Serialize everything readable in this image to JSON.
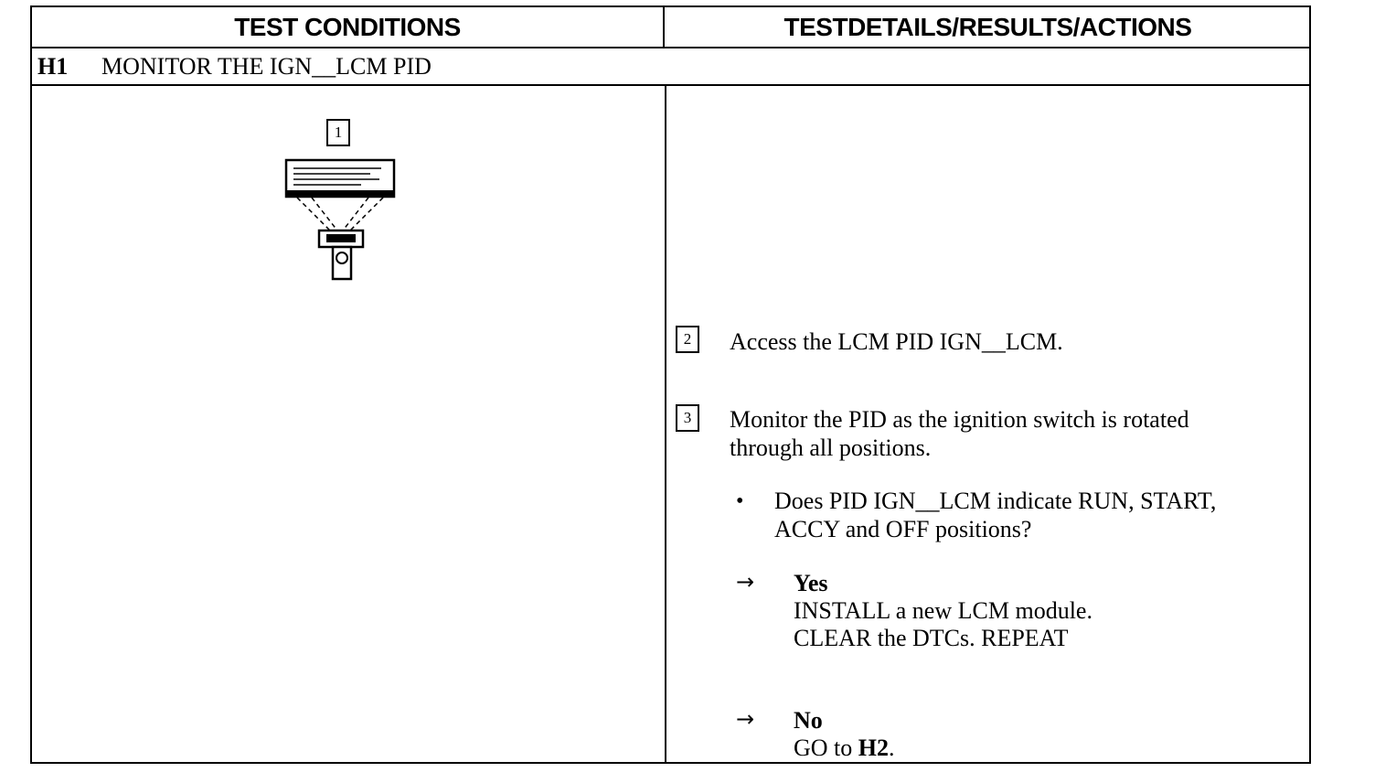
{
  "header": {
    "left": "TEST CONDITIONS",
    "right": "TESTDETAILS/RESULTS/ACTIONS"
  },
  "step": {
    "id": "H1",
    "title": "MONITOR THE IGN__LCM PID"
  },
  "illustration": {
    "callout": "1"
  },
  "details": {
    "item2": {
      "num": "2",
      "text": "Access the LCM PID IGN__LCM."
    },
    "item3": {
      "num": "3",
      "line1": "Monitor the PID as the ignition switch is rotated",
      "line2": "through all positions."
    },
    "question": {
      "line1": "Does PID IGN__LCM indicate RUN, START,",
      "line2": "ACCY and OFF positions?"
    },
    "yes": {
      "label": "Yes",
      "line1": "INSTALL a new LCM module.",
      "line2": "CLEAR the DTCs. REPEAT"
    },
    "no": {
      "label": "No",
      "prefix": "GO to ",
      "target": "H2",
      "suffix": "."
    }
  }
}
